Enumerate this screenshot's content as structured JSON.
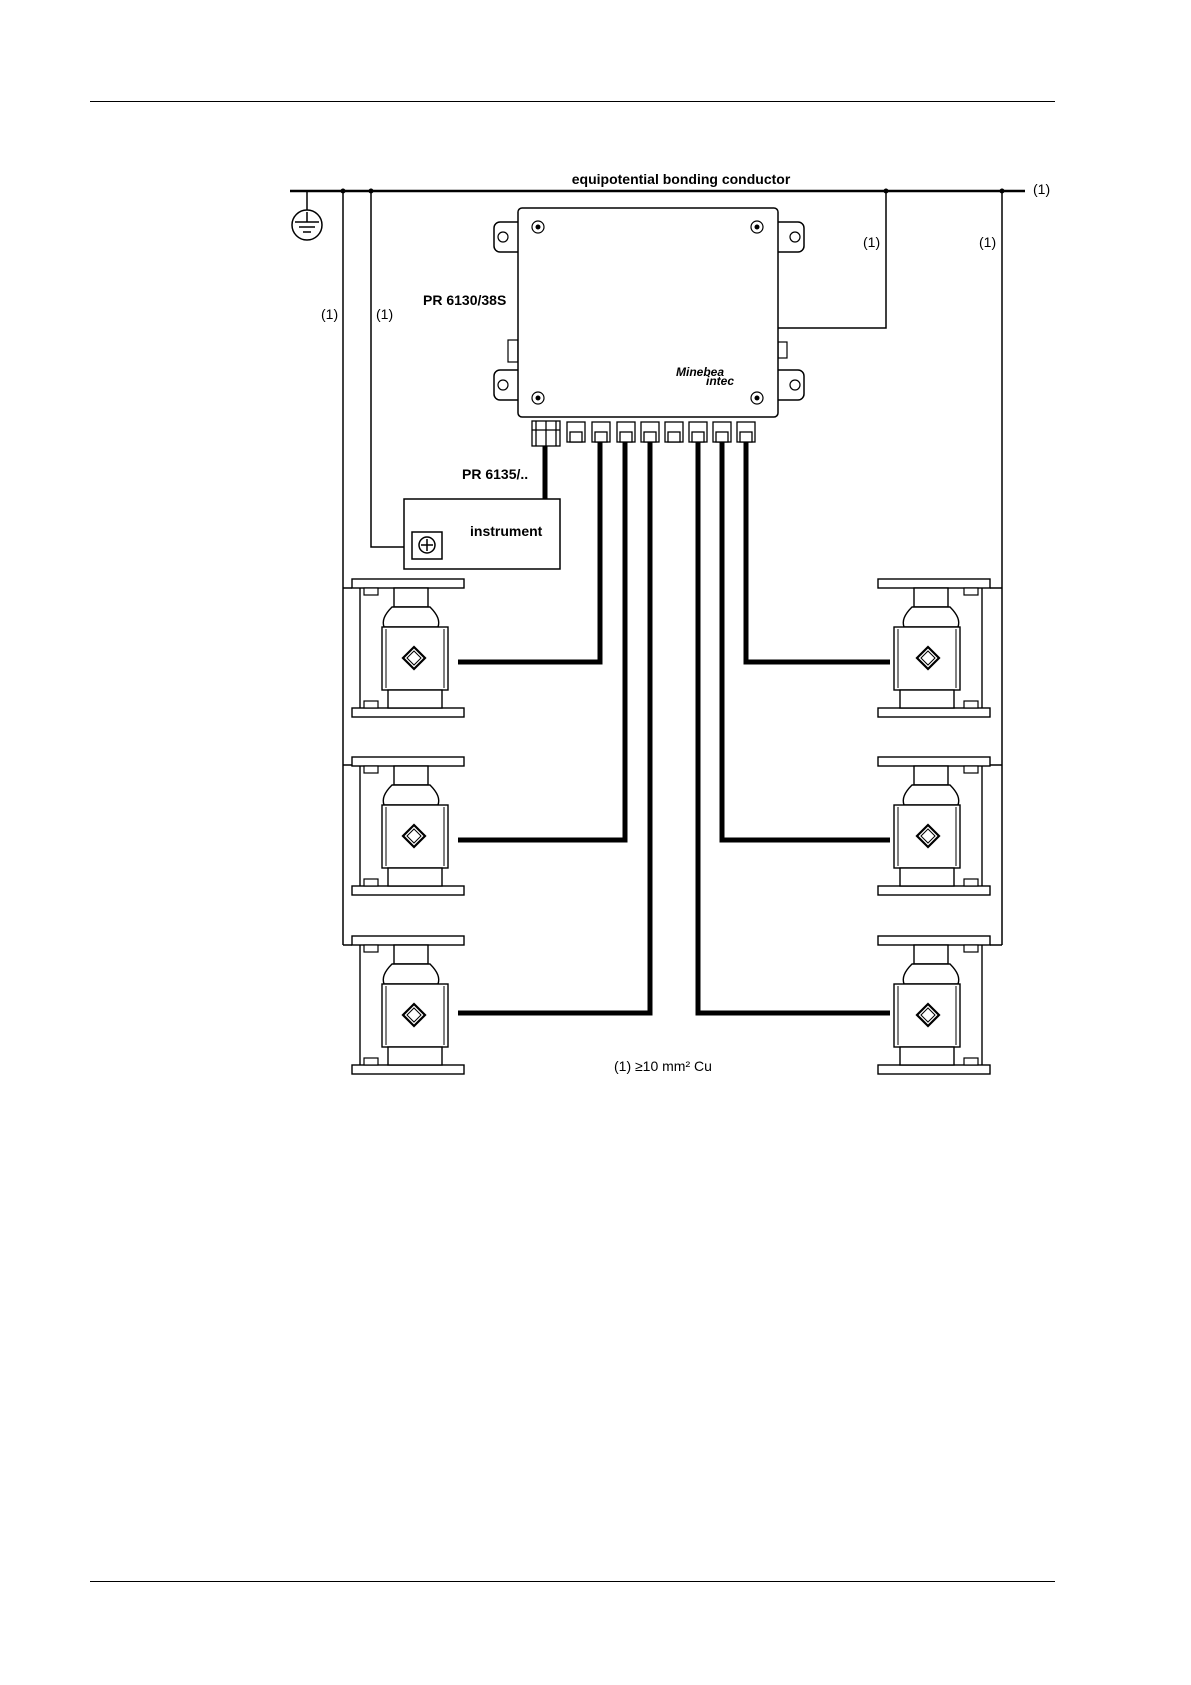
{
  "labels": {
    "bus": "equipotential bonding conductor",
    "cond": "(1)",
    "junction_box": "PR 6130/38S",
    "cable": "PR 6135/..",
    "instrument": "instrument",
    "brand_line1": "Minebea",
    "brand_line2": "intec",
    "note": "(1)  ≥10 mm² Cu"
  },
  "icons": {
    "ground": "ground-symbol-icon",
    "terminal": "terminal-screw-icon"
  },
  "colors": {
    "line": "#000000",
    "background": "#ffffff"
  }
}
